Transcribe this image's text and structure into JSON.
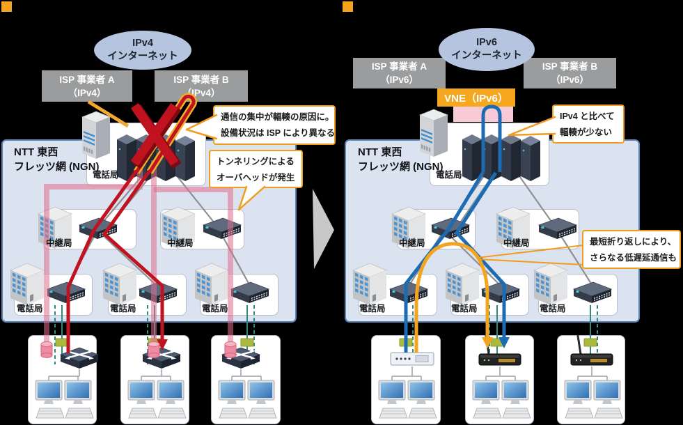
{
  "colors": {
    "accent_orange": "#f5a31c",
    "tunnel_pink": "#e06e8c",
    "traffic_red": "#c01322",
    "traffic_blue": "#1b6cb3",
    "traffic_orange": "#f5a41d",
    "infra_gray": "#8f8f8f",
    "access_teal": "#2d8a7d",
    "ngn_fill": "#dce3f0",
    "ngn_border": "#5a86b8",
    "isp_gray": "#9a9c9e",
    "cloud_blue": "#b5c4df",
    "vne_orange": "#f5a81e",
    "vne_pad_pink": "#f8cad8",
    "callout_border": "#f09c1d"
  },
  "left": {
    "cloud": {
      "line1": "IPv4",
      "line2": "インターネット"
    },
    "isp_a": {
      "line1": "ISP 事業者 A",
      "line2": "（IPv4）"
    },
    "isp_b": {
      "line1": "ISP 事業者 B",
      "line2": "（IPv4）"
    },
    "ngn": {
      "line1": "NTT 東西",
      "line2": "フレッツ網 (NGN)"
    },
    "central_office_top": "電話局",
    "relay_office": "中継局",
    "central_office": "電話局",
    "callouts": {
      "congestion": {
        "line1": "通信の集中が輻輳の原因に。",
        "line2": "設備状況は ISP により異なる"
      },
      "tunneling": {
        "line1": "トンネリングによる",
        "line2": "オーバヘッドが発生"
      }
    }
  },
  "right": {
    "cloud": {
      "line1": "IPv6",
      "line2": "インターネット"
    },
    "isp_a": {
      "line1": "ISP 事業者 A",
      "line2": "（IPv6）"
    },
    "isp_b": {
      "line1": "ISP 事業者 B",
      "line2": "（IPv6）"
    },
    "vne_label": "VNE（IPv6）",
    "ngn": {
      "line1": "NTT 東西",
      "line2": "フレッツ網 (NGN)"
    },
    "central_office_top": "電話局",
    "relay_office": "中継局",
    "central_office": "電話局",
    "callouts": {
      "less_congestion": {
        "line1": "IPv4 と比べて",
        "line2": "輻輳が少ない"
      },
      "low_latency": {
        "line1": "最短折り返しにより、",
        "line2": "さらなる低遅延通信も"
      }
    }
  }
}
